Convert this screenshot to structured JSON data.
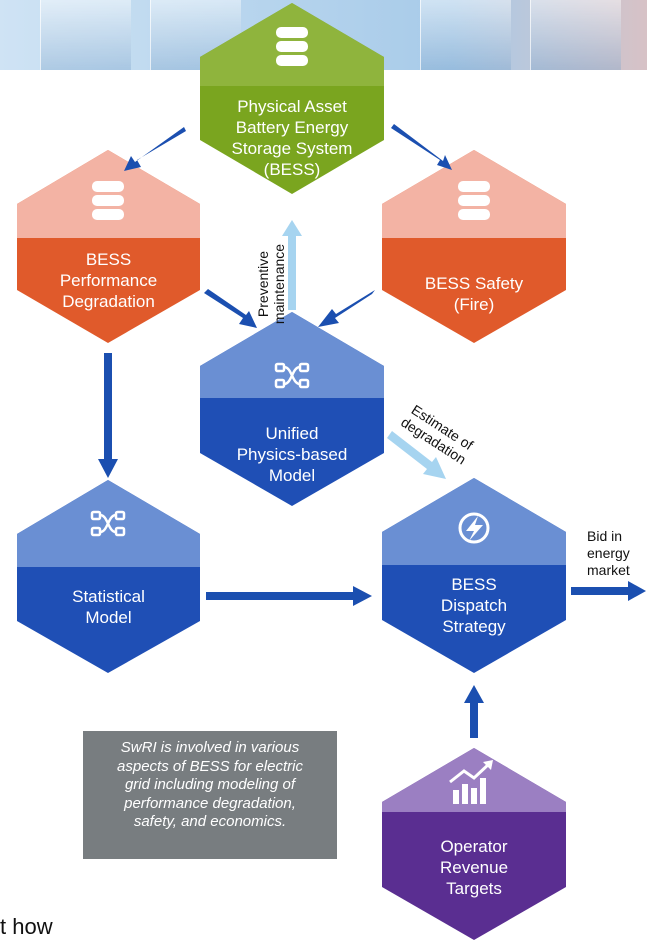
{
  "nodes": {
    "physical_asset": {
      "lines": [
        "Physical Asset",
        "Battery Energy",
        "Storage System",
        "(BESS)"
      ],
      "header_color": "#8fb43d",
      "body_color": "#7aa51f",
      "icon": "database-icon"
    },
    "performance": {
      "lines": [
        "BESS",
        "Performance",
        "Degradation"
      ],
      "header_color": "#f3b3a4",
      "body_color": "#e05a2b",
      "icon": "database-icon"
    },
    "safety": {
      "lines": [
        "BESS Safety",
        "(Fire)"
      ],
      "header_color": "#f3b3a4",
      "body_color": "#e05a2b",
      "icon": "database-icon"
    },
    "unified": {
      "lines": [
        "Unified",
        "Physics-based",
        "Model"
      ],
      "header_color": "#6a8fd3",
      "body_color": "#1f4fb5",
      "icon": "network-icon"
    },
    "statistical": {
      "lines": [
        "Statistical",
        "Model"
      ],
      "header_color": "#6a8fd3",
      "body_color": "#1f4fb5",
      "icon": "network-icon"
    },
    "dispatch": {
      "lines": [
        "BESS",
        "Dispatch",
        "Strategy"
      ],
      "header_color": "#6a8fd3",
      "body_color": "#1f4fb5",
      "icon": "lightning-icon"
    },
    "revenue": {
      "lines": [
        "Operator",
        "Revenue",
        "Targets"
      ],
      "header_color": "#9b7fc2",
      "body_color": "#5a2e91",
      "icon": "growth-chart-icon"
    }
  },
  "edges": {
    "preventive": [
      "Preventive",
      "maintenance"
    ],
    "estimate": [
      "Estimate of",
      "degradation"
    ],
    "bid": [
      "Bid in",
      "energy",
      "market"
    ]
  },
  "note": [
    "SwRI is involved in various",
    "aspects of BESS for electric",
    "grid including modeling of",
    "performance degradation,",
    "safety, and economics."
  ],
  "footer_text": "t how",
  "colors": {
    "arrow_dark": "#1b4fb0",
    "arrow_light": "#a6d4f0"
  }
}
